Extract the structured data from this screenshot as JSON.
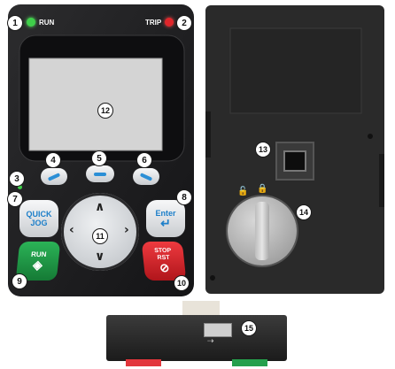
{
  "indicators": {
    "run_label": "RUN",
    "trip_label": "TRIP"
  },
  "buttons": {
    "quick_jog_line1": "QUICK",
    "quick_jog_line2": "JOG",
    "enter_label": "Enter",
    "run_label": "RUN",
    "stop_line1": "STOP",
    "stop_line2": "RST"
  },
  "callouts": [
    "1",
    "2",
    "3",
    "4",
    "5",
    "6",
    "7",
    "8",
    "9",
    "10",
    "11",
    "12",
    "13",
    "14",
    "15"
  ],
  "colors": {
    "panel_body": "#1c1c1e",
    "run_led": "#3fcf4a",
    "trip_led": "#e0262b",
    "soft_key": "#2b8fd6",
    "run_button": "#1f9a45",
    "stop_button": "#d71f26",
    "dpad": "#d9dcdf",
    "lcd": "#d6d6d6"
  }
}
